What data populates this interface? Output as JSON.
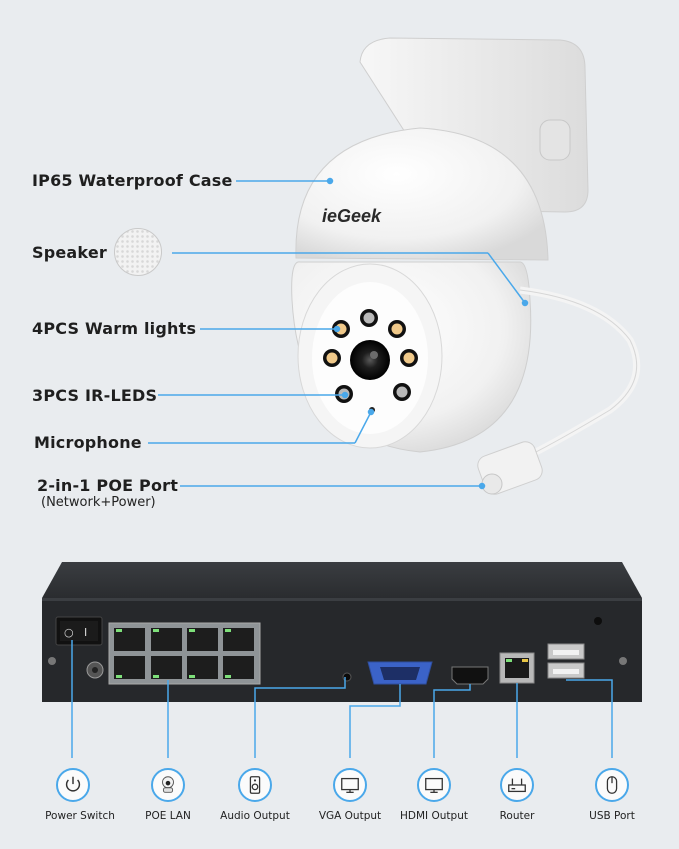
{
  "brand": {
    "logo_text": "ieGeek"
  },
  "camera_features": [
    {
      "id": "waterproof",
      "label": "IP65 Waterproof Case"
    },
    {
      "id": "speaker",
      "label": "Speaker"
    },
    {
      "id": "warm_lights",
      "label": "4PCS Warm lights"
    },
    {
      "id": "ir_leds",
      "label": "3PCS IR-LEDS"
    },
    {
      "id": "microphone",
      "label": "Microphone"
    },
    {
      "id": "poe_port",
      "label": "2-in-1 POE Port",
      "sublabel": "(Network+Power)"
    }
  ],
  "nvr_ports": [
    {
      "id": "power_switch",
      "label": "Power Switch",
      "icon": "power-icon"
    },
    {
      "id": "poe_lan",
      "label": "POE LAN",
      "icon": "camera-icon"
    },
    {
      "id": "audio_output",
      "label": "Audio Output",
      "icon": "speaker-icon"
    },
    {
      "id": "vga_output",
      "label": "VGA Output",
      "icon": "monitor-icon"
    },
    {
      "id": "hdmi_output",
      "label": "HDMI Output",
      "icon": "monitor-icon"
    },
    {
      "id": "router",
      "label": "Router",
      "icon": "router-icon"
    },
    {
      "id": "usb_port",
      "label": "USB Port",
      "icon": "mouse-icon"
    }
  ],
  "colors": {
    "accent": "#4aa8ea",
    "background": "#e9ecef",
    "nvr_body": "#2b2d30"
  }
}
